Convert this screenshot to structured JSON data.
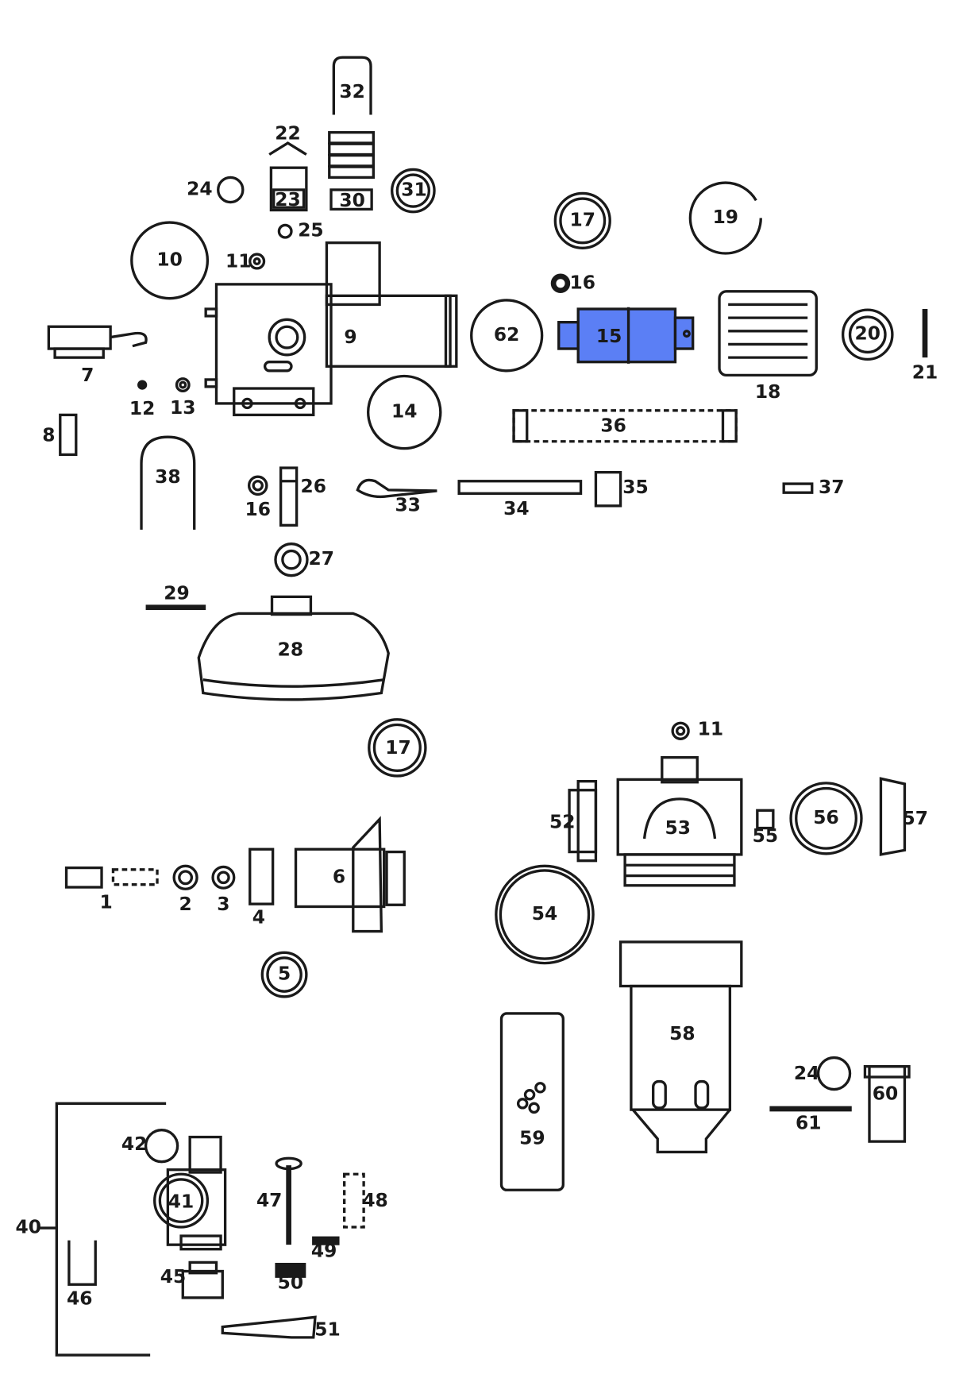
{
  "diagram": {
    "highlighted_part": "15",
    "labels": [
      "32",
      "22",
      "23",
      "30",
      "31",
      "24",
      "25",
      "10",
      "11",
      "17",
      "19",
      "16",
      "9",
      "62",
      "15",
      "18",
      "20",
      "21",
      "7",
      "12",
      "13",
      "14",
      "36",
      "8",
      "38",
      "16",
      "26",
      "33",
      "34",
      "35",
      "37",
      "27",
      "29",
      "28",
      "17",
      "11",
      "52",
      "53",
      "55",
      "56",
      "57",
      "1",
      "2",
      "3",
      "4",
      "6",
      "54",
      "5",
      "58",
      "24",
      "60",
      "61",
      "59",
      "42",
      "41",
      "47",
      "48",
      "40",
      "49",
      "45",
      "50",
      "46",
      "51"
    ]
  },
  "colors": {
    "highlight": "#5b7ff5",
    "ink": "#1a1a1a"
  }
}
